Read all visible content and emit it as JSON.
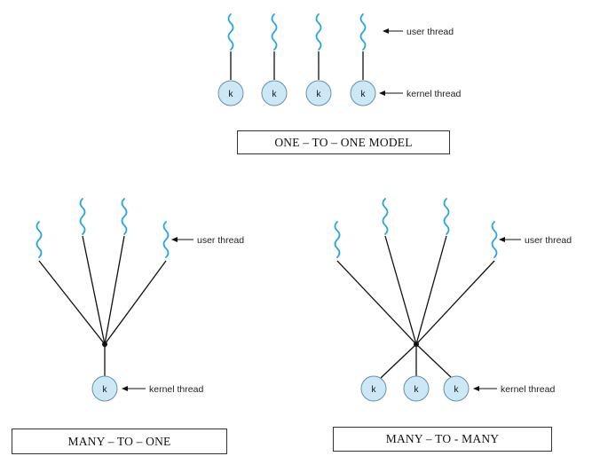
{
  "labels": {
    "user_thread": "user thread",
    "kernel_thread": "kernel thread",
    "kernel_mark": "k"
  },
  "models": [
    {
      "id": "one-to-one",
      "title": "ONE – TO – ONE MODEL"
    },
    {
      "id": "many-to-one",
      "title": "MANY – TO – ONE"
    },
    {
      "id": "many-to-many",
      "title": "MANY – TO - MANY"
    }
  ],
  "colors": {
    "user_thread": "#29a6e0",
    "kernel_fill": "#cce8f7",
    "kernel_stroke": "#6a8fa8",
    "line": "#111111"
  }
}
